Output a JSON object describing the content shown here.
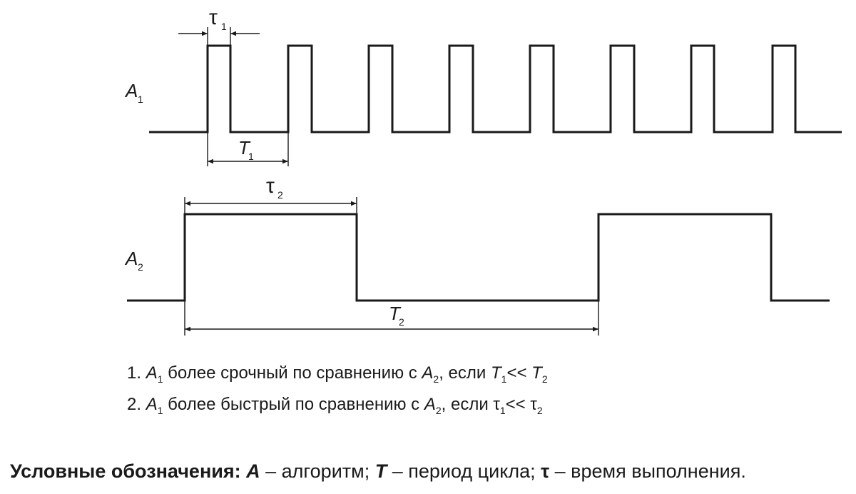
{
  "signal_a1": {
    "label": "A",
    "label_sub": "1",
    "tau_label": "τ",
    "tau_sub": "1",
    "period_label": "T",
    "period_sub": "1"
  },
  "signal_a2": {
    "label": "A",
    "label_sub": "2",
    "tau_label": "τ",
    "tau_sub": "2",
    "period_label": "T",
    "period_sub": "2"
  },
  "notes": [
    {
      "num": "1.",
      "a1": "A",
      "a1_sub": "1",
      "text1": " более срочный по сравнению с ",
      "a2": "A",
      "a2_sub": "2",
      "text2": ", если ",
      "l": "T",
      "l_sub": "1",
      "op": "<< ",
      "r": "T",
      "r_sub": "2"
    },
    {
      "num": "2.",
      "a1": "A",
      "a1_sub": "1",
      "text1": " более быстрый по сравнению с ",
      "a2": "A",
      "a2_sub": "2",
      "text2": ", если ",
      "l": "τ",
      "l_sub": "1",
      "op": "<< ",
      "r": "τ",
      "r_sub": "2"
    }
  ],
  "legend": {
    "title": "Условные обозначения:",
    "a_sym": "A",
    "a_text": " – алгоритм; ",
    "t_sym": "T",
    "t_text": " – период цикла; ",
    "tau_sym": "τ",
    "tau_text": " – время выполнения."
  }
}
